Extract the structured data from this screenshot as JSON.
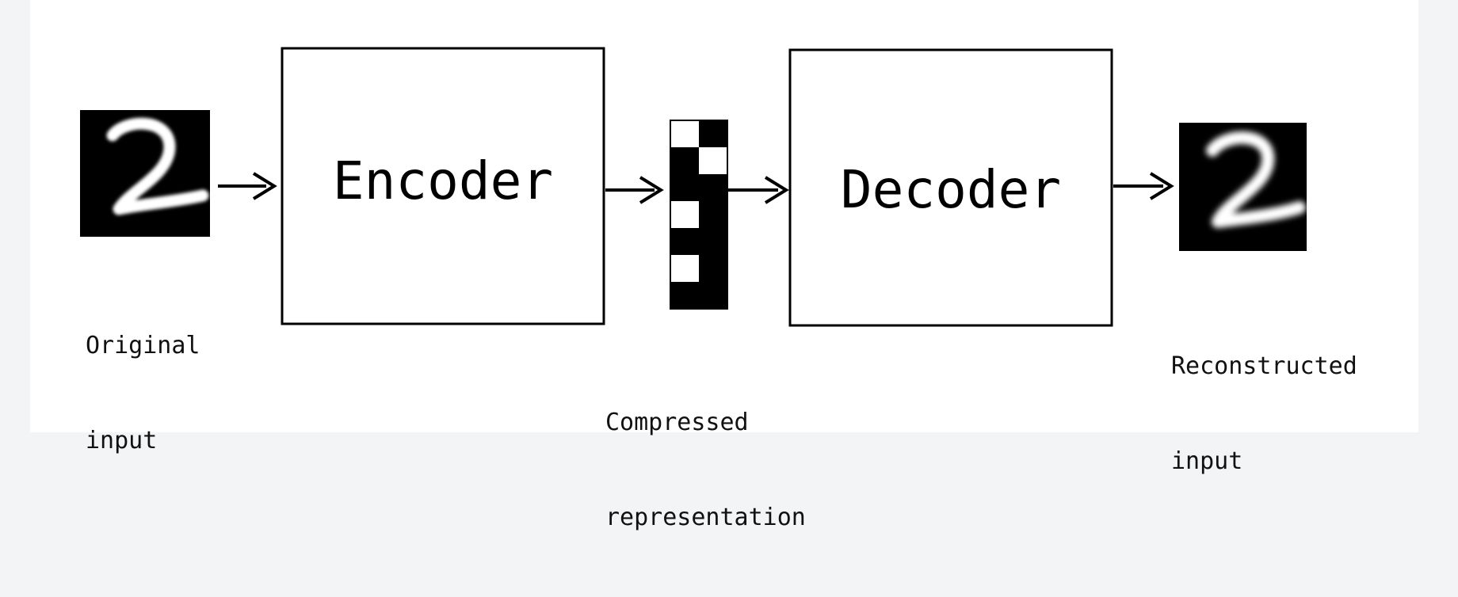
{
  "diagram": {
    "encoder_label": "Encoder",
    "decoder_label": "Decoder",
    "original_input_caption": [
      "Original",
      "input"
    ],
    "compressed_caption": [
      "Compressed",
      "representation"
    ],
    "reconstructed_caption": [
      "Reconstructed",
      "input"
    ],
    "input_digit": "2",
    "output_digit": "2",
    "code_pattern": [
      [
        1,
        0
      ],
      [
        0,
        1
      ],
      [
        0,
        0
      ],
      [
        1,
        0
      ],
      [
        0,
        0
      ],
      [
        1,
        0
      ],
      [
        0,
        0
      ]
    ],
    "colors": {
      "line": "#000000",
      "digit_background": "#000000",
      "digit_stroke": "#ffffff",
      "page": "#ffffff",
      "outer_background": "#f3f4f6"
    }
  }
}
